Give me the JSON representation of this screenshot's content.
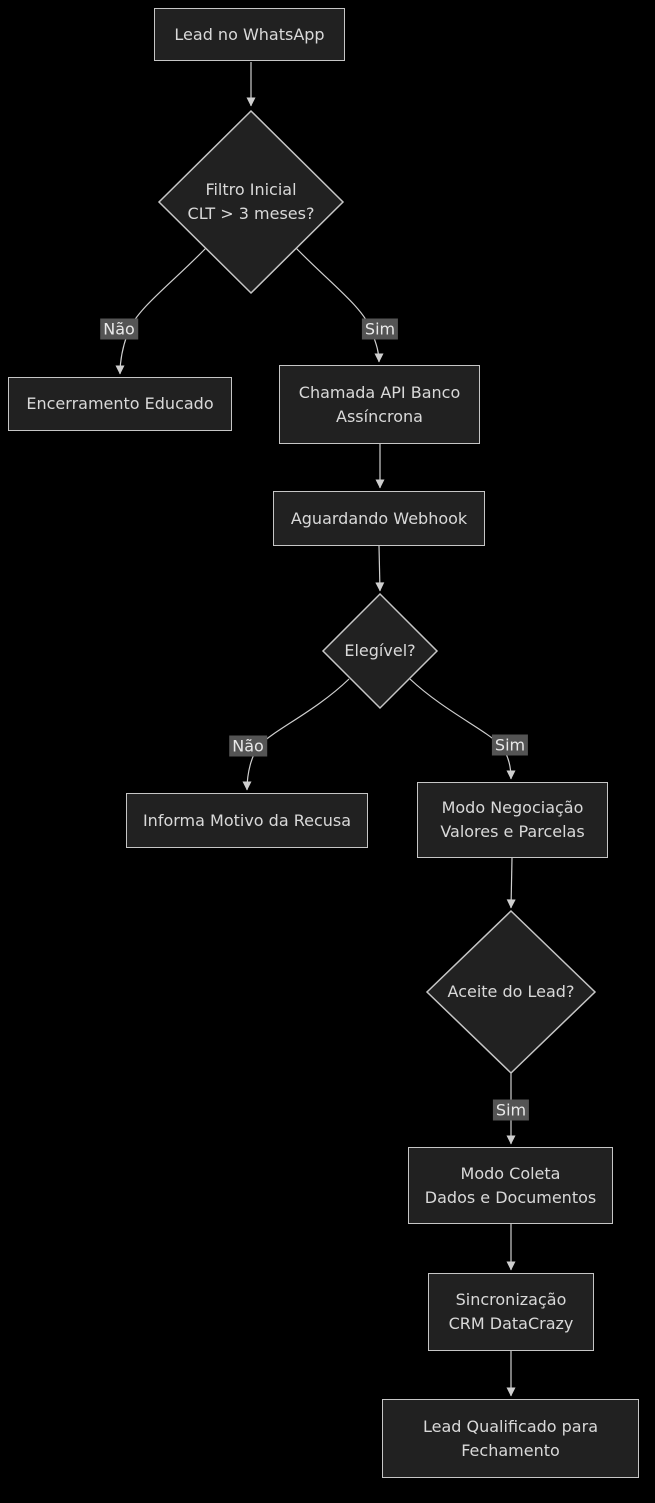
{
  "diagram": {
    "type": "flowchart-top-down",
    "colors": {
      "background": "#000000",
      "node_fill": "#212121",
      "node_border": "#c6c6c6",
      "text": "#d9d9d9",
      "edge_line": "#cfcfcf",
      "edge_label_bg": "#545454"
    },
    "nodes": {
      "lead_whatsapp": {
        "label": "Lead no WhatsApp",
        "shape": "rectangle"
      },
      "filtro_inicial": {
        "label": "Filtro Inicial\nCLT > 3 meses?",
        "shape": "diamond"
      },
      "encerramento_educado": {
        "label": "Encerramento Educado",
        "shape": "rectangle"
      },
      "chamada_api": {
        "label": "Chamada API Banco\nAssíncrona",
        "shape": "rectangle"
      },
      "aguardando_webhook": {
        "label": "Aguardando Webhook",
        "shape": "rectangle"
      },
      "elegivel": {
        "label": "Elegível?",
        "shape": "diamond"
      },
      "informa_motivo": {
        "label": "Informa Motivo da Recusa",
        "shape": "rectangle"
      },
      "modo_negociacao": {
        "label": "Modo Negociação\nValores e Parcelas",
        "shape": "rectangle"
      },
      "aceite_do_lead": {
        "label": "Aceite do Lead?",
        "shape": "diamond"
      },
      "modo_coleta": {
        "label": "Modo Coleta\nDados e Documentos",
        "shape": "rectangle"
      },
      "sincronizacao_crm": {
        "label": "Sincronização\nCRM DataCrazy",
        "shape": "rectangle"
      },
      "lead_qualificado": {
        "label": "Lead Qualificado para\nFechamento",
        "shape": "rectangle"
      }
    },
    "edges": [
      {
        "from": "lead_whatsapp",
        "to": "filtro_inicial",
        "label": ""
      },
      {
        "from": "filtro_inicial",
        "to": "encerramento_educado",
        "label": "Não"
      },
      {
        "from": "filtro_inicial",
        "to": "chamada_api",
        "label": "Sim"
      },
      {
        "from": "chamada_api",
        "to": "aguardando_webhook",
        "label": ""
      },
      {
        "from": "aguardando_webhook",
        "to": "elegivel",
        "label": ""
      },
      {
        "from": "elegivel",
        "to": "informa_motivo",
        "label": "Não"
      },
      {
        "from": "elegivel",
        "to": "modo_negociacao",
        "label": "Sim"
      },
      {
        "from": "modo_negociacao",
        "to": "aceite_do_lead",
        "label": ""
      },
      {
        "from": "aceite_do_lead",
        "to": "modo_coleta",
        "label": "Sim"
      },
      {
        "from": "modo_coleta",
        "to": "sincronizacao_crm",
        "label": ""
      },
      {
        "from": "sincronizacao_crm",
        "to": "lead_qualificado",
        "label": ""
      }
    ]
  }
}
